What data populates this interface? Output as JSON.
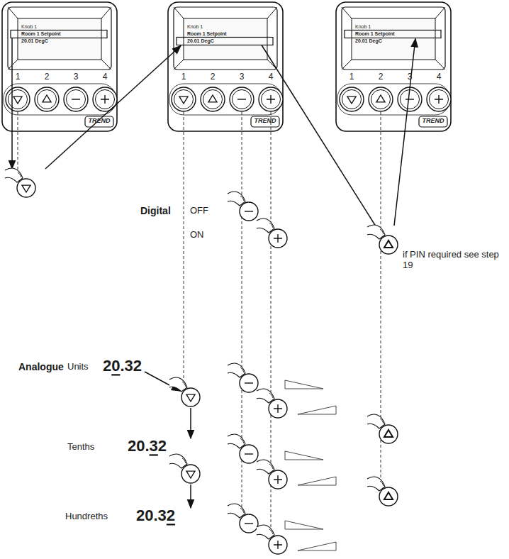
{
  "diagram": {
    "nodes": [
      {
        "text": [
          "Knob 1",
          "Room 1 Setpoint",
          "20.01 DegC"
        ]
      },
      {
        "text": [
          "Knob 1",
          "Room 1 Setpoint",
          "20.01 DegC"
        ]
      },
      {
        "text": [
          "Knob 1",
          "Room 1 Setpoint",
          "20.01 DegC"
        ]
      }
    ],
    "labels": [
      "1",
      "2",
      "3",
      "4",
      "1",
      "2",
      "3",
      "4",
      "1",
      "2",
      "3",
      "4",
      "TREND",
      "TREND",
      "TREND",
      "Digital",
      "OFF",
      "ON",
      "if PIN required see step 19",
      "Analogue",
      "Units",
      "20.32",
      "Tenths",
      "20.32",
      "Hundreths",
      "20.32"
    ]
  }
}
